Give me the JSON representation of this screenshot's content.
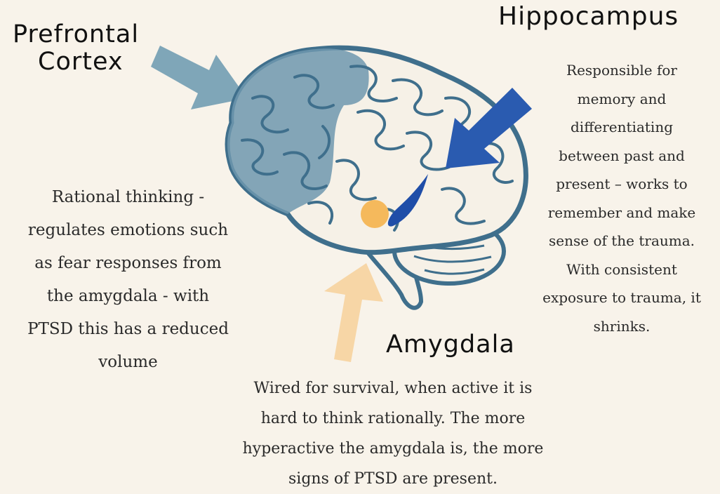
{
  "prefrontal": {
    "title_lines": [
      "Prefrontal",
      "Cortex"
    ],
    "description_lines": [
      "Rational thinking -",
      "regulates emotions such",
      "as fear responses from",
      "the amygdala - with",
      "PTSD this has a reduced",
      "volume"
    ],
    "arrow_color": "#7fa6b8"
  },
  "hippocampus": {
    "title": "Hippocampus",
    "description_lines": [
      "Responsible for",
      "memory and",
      "differentiating",
      "between past and",
      "present – works to",
      "remember and make",
      "sense of the trauma.",
      "With consistent",
      "exposure to trauma, it",
      "shrinks."
    ],
    "arrow_color": "#2a5bb0",
    "shape_color": "#1f4ea8"
  },
  "amygdala": {
    "title": "Amygdala",
    "description_lines": [
      "Wired for survival, when active it is",
      "hard to think rationally. The more",
      "hyperactive the amygdala is, the more",
      "signs of PTSD are present."
    ],
    "arrow_color": "#f7d6a6",
    "shape_color": "#f5b95c"
  },
  "colors": {
    "background": "#f8f3ea",
    "brain_outline": "#3f6f8c",
    "brain_fill": "#f6f1e7",
    "prefrontal_region": "#6f98ae"
  }
}
